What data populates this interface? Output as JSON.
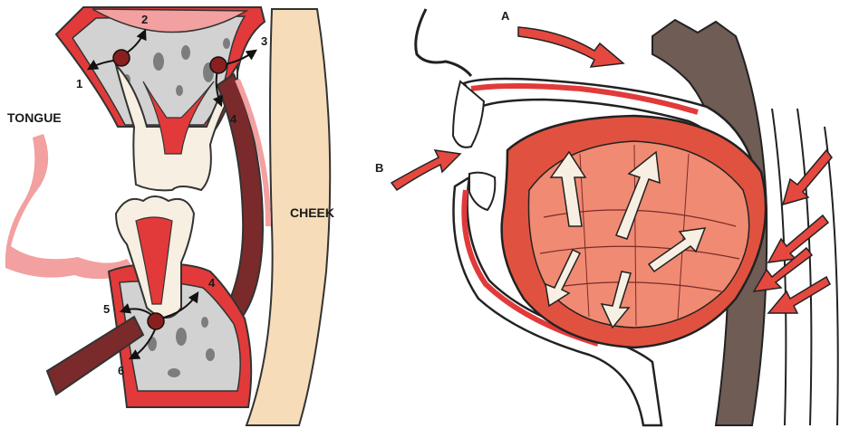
{
  "left_panel": {
    "tongue_label": "TONGUE",
    "cheek_label": "CHEEK",
    "markers": [
      "1",
      "2",
      "3",
      "4",
      "4",
      "5",
      "6"
    ]
  },
  "right_panel": {
    "arrow_a_label": "A",
    "arrow_b_label": "B"
  },
  "colors": {
    "bone_gray": "#d2d2d2",
    "gum_red": "#e23a3a",
    "pink": "#f2a0a0",
    "tooth_cream": "#f6efe2",
    "cheek_beige": "#f6dcb8",
    "muscle_dark": "#7a2a2a",
    "throat_brown": "#6e5c55",
    "arrow_red": "#e5483f"
  }
}
